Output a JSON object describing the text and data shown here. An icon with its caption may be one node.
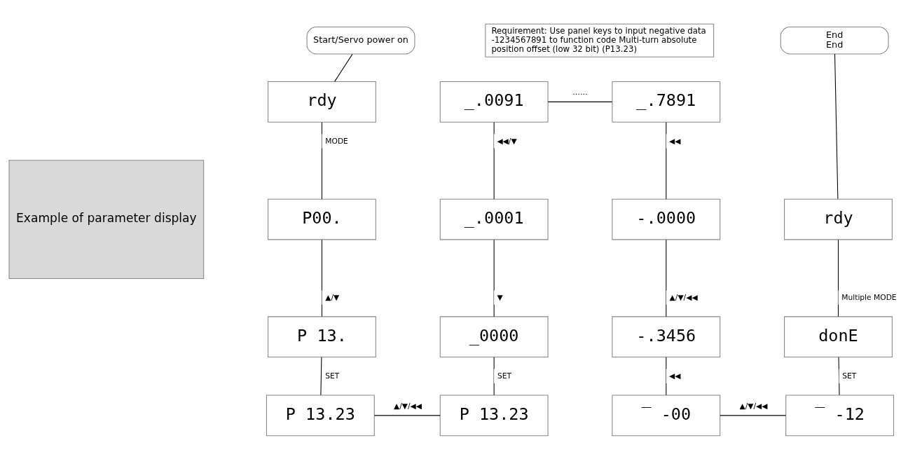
{
  "diagram": {
    "nodes": [
      {
        "text": [
          "Example of parameter display"
        ]
      },
      {
        "text": [
          "Start/Servo power on"
        ]
      },
      {
        "text": [
          "Requirement: Use panel keys to input negative data -1234567891 to function code Multi-turn absolute position offset (low 32 bit) (P13.23)"
        ]
      },
      {
        "text": [
          "End",
          "End"
        ]
      },
      {
        "text": [
          "rdy"
        ]
      },
      {
        "text": [
          "_.0091"
        ]
      },
      {
        "text": [
          "_.7891"
        ]
      },
      {
        "text": [
          "P00."
        ]
      },
      {
        "text": [
          "_.0001"
        ]
      },
      {
        "text": [
          "-.0000"
        ]
      },
      {
        "text": [
          "rdy"
        ]
      },
      {
        "text": [
          "P 13."
        ]
      },
      {
        "text": [
          "_0000"
        ]
      },
      {
        "text": [
          "-.3456"
        ]
      },
      {
        "text": [
          "donE"
        ]
      },
      {
        "text": [
          "P 13.23"
        ]
      },
      {
        "text": [
          "P 13.23"
        ]
      },
      {
        "text": [
          "‾ -00"
        ]
      },
      {
        "text": [
          "‾ -12"
        ]
      }
    ],
    "edges": [
      {
        "from": 1,
        "to": 4,
        "arrow": "none"
      },
      {
        "from": 4,
        "to": 7,
        "arrow": "none",
        "label": "MODE"
      },
      {
        "from": 7,
        "to": 11,
        "arrow": "none",
        "label": "▲/▼"
      },
      {
        "from": 11,
        "to": 15,
        "arrow": "none",
        "label": "SET"
      },
      {
        "from": 15,
        "to": 16,
        "arrow": "none",
        "label": "▲/▼/◀◀"
      },
      {
        "from": 12,
        "to": 16,
        "arrow": "none",
        "label": "SET"
      },
      {
        "from": 8,
        "to": 12,
        "arrow": "none",
        "label": "▼"
      },
      {
        "from": 5,
        "to": 8,
        "arrow": "none",
        "label": "◀◀/▼"
      },
      {
        "from": 5,
        "to": 6,
        "arrow": "none",
        "label": "……"
      },
      {
        "from": 6,
        "to": 9,
        "arrow": "none",
        "label": "◀◀"
      },
      {
        "from": 9,
        "to": 13,
        "arrow": "none",
        "label": "▲/▼/◀◀"
      },
      {
        "from": 13,
        "to": 17,
        "arrow": "none",
        "label": "◀◀"
      },
      {
        "from": 17,
        "to": 18,
        "arrow": "none",
        "label": "▲/▼/◀◀"
      },
      {
        "from": 14,
        "to": 18,
        "arrow": "none",
        "label": "SET"
      },
      {
        "from": 10,
        "to": 14,
        "arrow": "none",
        "label": "Multiple MODE"
      },
      {
        "from": 3,
        "to": 10,
        "arrow": "none"
      }
    ]
  }
}
